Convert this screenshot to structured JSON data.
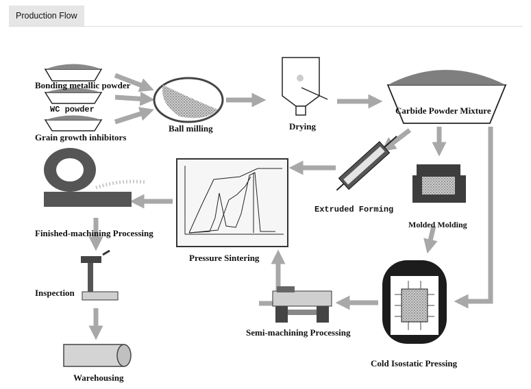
{
  "tab": {
    "label": "Production Flow"
  },
  "steps": {
    "bonding": "Bonding metallic powder",
    "wc": "WC powder",
    "inhibitors": "Grain growth inhibitors",
    "ball_milling": "Ball milling",
    "drying": "Drying",
    "mixture": "Carbide Powder Mixture",
    "extruded": "Extruded Forming",
    "molded": "Molded Molding",
    "sintering": "Pressure Sintering",
    "finishing": "Finished-machining Processing",
    "inspection": "Inspection",
    "warehousing": "Warehousing",
    "semi": "Semi-machining Processing",
    "cip": "Cold Isostatic Pressing"
  }
}
